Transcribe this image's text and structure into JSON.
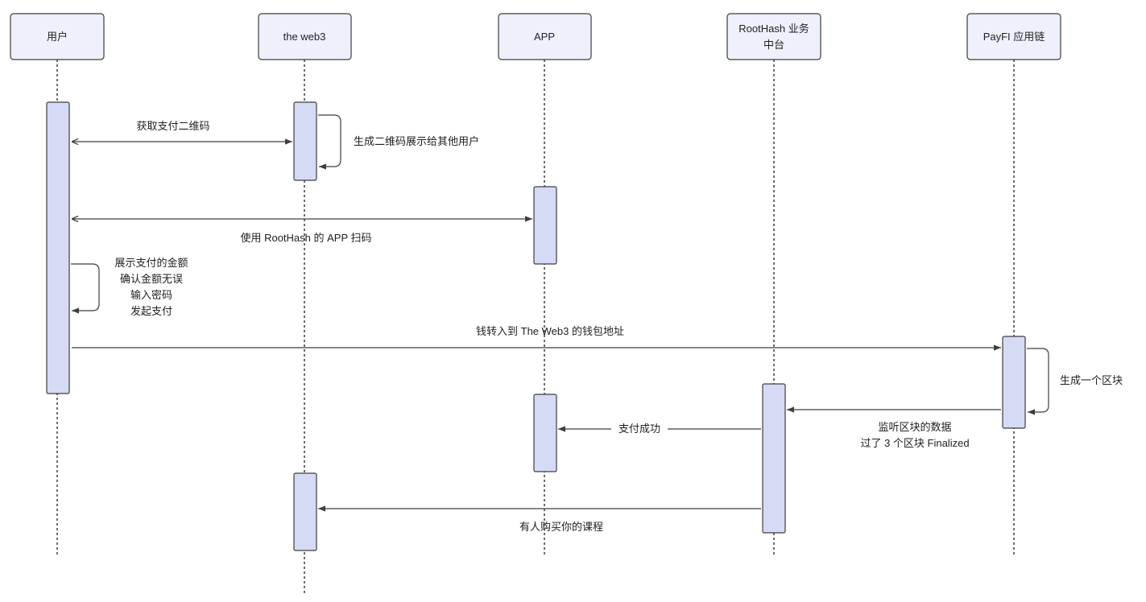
{
  "participants": {
    "user": "用户",
    "web3": "the web3",
    "app": "APP",
    "roothash": [
      "RootHash 业务",
      "中台"
    ],
    "payfi": "PayFI 应用链"
  },
  "messages": {
    "get_qr": "获取支付二维码",
    "gen_qr": "生成二维码展示给其他用户",
    "scan": "使用 RootHash 的 APP 扫码",
    "user_steps": [
      "展示支付的金额",
      "确认金额无误",
      "输入密码",
      "发起支付"
    ],
    "transfer": "钱转入到 The Web3 的钱包地址",
    "gen_block": "生成一个区块",
    "listen": [
      "监听区块的数据",
      "过了 3 个区块 Finalized"
    ],
    "pay_success": "支付成功",
    "purchase": "有人购买你的课程"
  },
  "colors": {
    "participant_fill": "#eef1fb",
    "activation_fill": "#d5dbf5",
    "stroke": "#3d3d3d",
    "text": "#1f1f1f"
  }
}
